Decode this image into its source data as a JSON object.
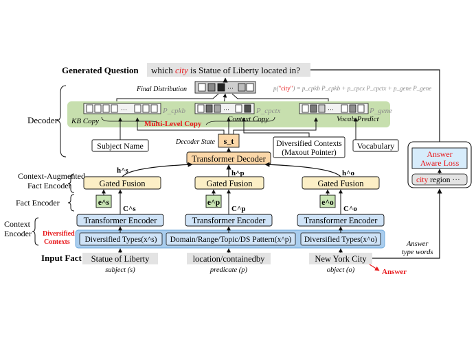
{
  "colors": {
    "accent_red": "#e8191c",
    "decoder_green": "#c7dfae",
    "encoder_blue": "#cfe3f7",
    "encoder_blue_dark": "#a9cdee",
    "fusion_yellow": "#fcefc6",
    "transformer_orange": "#fbd7a8",
    "fact_gray": "#e3e3e3",
    "fact_green": "#c9e5b4"
  },
  "header": {
    "label": "Generated Question",
    "q_prefix": "which ",
    "q_highlight": "city",
    "q_suffix": " is Statue of Liberty located in?"
  },
  "final_distribution": {
    "label": "Final Distribution",
    "formula_p": "p(",
    "formula_word": "\"city\"",
    "formula_rest": ") = p_cpkb P_cpkb + p_cpcx P_cpctx + p_gene P_gene"
  },
  "left_labels": {
    "decoder": "Decoder",
    "context_augmented_1": "Context-Augmented",
    "context_augmented_2": "Fact Encoder",
    "fact_encoder": "Fact Encoder",
    "context_encoder_1": "Context",
    "context_encoder_2": "Encoder",
    "diversified_1": "Diversified",
    "diversified_2": "Contexts",
    "input_fact": "Input Fact"
  },
  "decoder": {
    "kb_copy": "KB Copy",
    "multi_level_copy": "Multi-Level Copy",
    "context_copy": "Context Copy",
    "vocab_predict": "Vocab Predict",
    "p_cpkb": "P_cpkb",
    "p_cpctx": "P_cpctx",
    "p_gene": "P_gene",
    "subject_name": "Subject Name",
    "decoder_state_label": "Decoder State",
    "state_symbol": "s_t",
    "diversified_box_1": "Diversified Contexts",
    "diversified_box_2": "(Maxout Pointer)",
    "vocabulary": "Vocabulary",
    "transformer_decoder": "Transformer Decoder",
    "ellipsis": "···"
  },
  "fusion": {
    "label": "Gated Fusion",
    "h_s": "h^s",
    "h_p": "h^p",
    "h_o": "h^o"
  },
  "fact": {
    "e_s": "e^s",
    "e_p": "e^p",
    "e_o": "e^o",
    "c_s": "C^s",
    "c_p": "C^p",
    "c_o": "C^o"
  },
  "encoder": {
    "transformer_encoder": "Transformer Encoder",
    "div_types_s": "Diversified Types(x^s)",
    "drt_pattern": "Domain/Range/Topic/DS Pattern(x^p)",
    "div_types_o": "Diversified Types(x^o)"
  },
  "inputs": {
    "subject": "Statue of Liberty",
    "predicate": "location/containedby",
    "object": "New York City",
    "subject_role": "subject (s)",
    "predicate_role": "predicate (p)",
    "object_role": "object (o)",
    "answer": "Answer"
  },
  "answer_panel": {
    "loss_1": "Answer",
    "loss_2": "Aware Loss",
    "word_city": "city",
    "word_region": "region",
    "ellipsis": "···",
    "type_words_1": "Answer",
    "type_words_2": "type words"
  }
}
